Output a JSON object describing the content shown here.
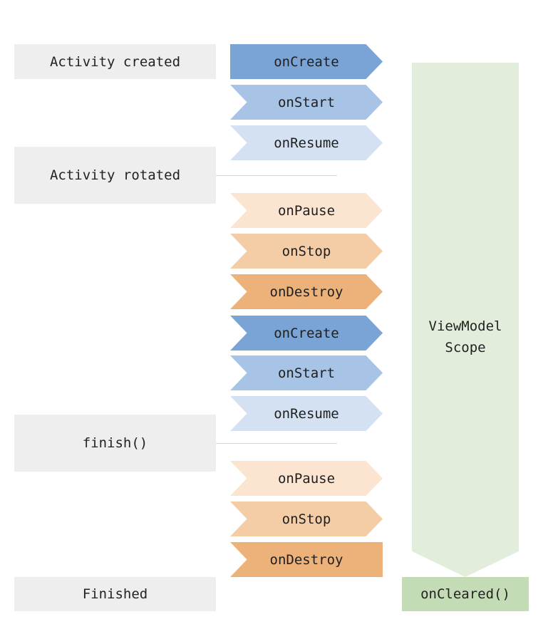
{
  "events": {
    "activity_created": "Activity created",
    "activity_rotated": "Activity rotated",
    "finish": "finish()",
    "finished": "Finished"
  },
  "lifecycle": [
    {
      "label": "onCreate",
      "color": "#7ba4d6"
    },
    {
      "label": "onStart",
      "color": "#a7c3e6"
    },
    {
      "label": "onResume",
      "color": "#d3e1f2"
    },
    {
      "label": "onPause",
      "color": "#fbe5d1"
    },
    {
      "label": "onStop",
      "color": "#f4cda6"
    },
    {
      "label": "onDestroy",
      "color": "#ecb27a"
    },
    {
      "label": "onCreate",
      "color": "#7ba4d6"
    },
    {
      "label": "onStart",
      "color": "#a7c3e6"
    },
    {
      "label": "onResume",
      "color": "#d3e1f2"
    },
    {
      "label": "onPause",
      "color": "#fbe5d1"
    },
    {
      "label": "onStop",
      "color": "#f4cda6"
    },
    {
      "label": "onDestroy",
      "color": "#ecb27a"
    }
  ],
  "scope": {
    "line1": "ViewModel",
    "line2": "Scope",
    "color": "#e2eedb"
  },
  "cleared": {
    "label": "onCleared()",
    "color": "#c3dcb6"
  }
}
